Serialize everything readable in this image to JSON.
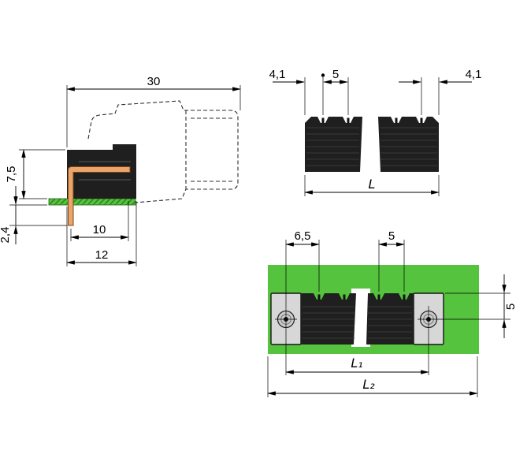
{
  "labels": {
    "side_view": {
      "overall_depth": "30",
      "height_above_board": "7,5",
      "pin_length_below_board": "2,4",
      "pin_to_front": "10",
      "body_depth": "12"
    },
    "front_view": {
      "edge_to_first_pin_left": "4,1",
      "pin_pitch": "5",
      "edge_to_last_pin_right": "4,1",
      "overall_length": "L"
    },
    "board_view": {
      "screw_to_first_pin": "6,5",
      "pin_pitch": "5",
      "pin_row_to_screw_row": "5",
      "screw_center_distance": "L₁",
      "total_length": "L₂"
    }
  },
  "colors": {
    "pcb_green": "#55c33e",
    "pcb_hatch": "#2f7d1e",
    "connector_black": "#1f1f1f",
    "end_plate_gray": "#d7d7d7",
    "pin_copper": "#eca469",
    "pin_outline": "#7a4a20"
  }
}
